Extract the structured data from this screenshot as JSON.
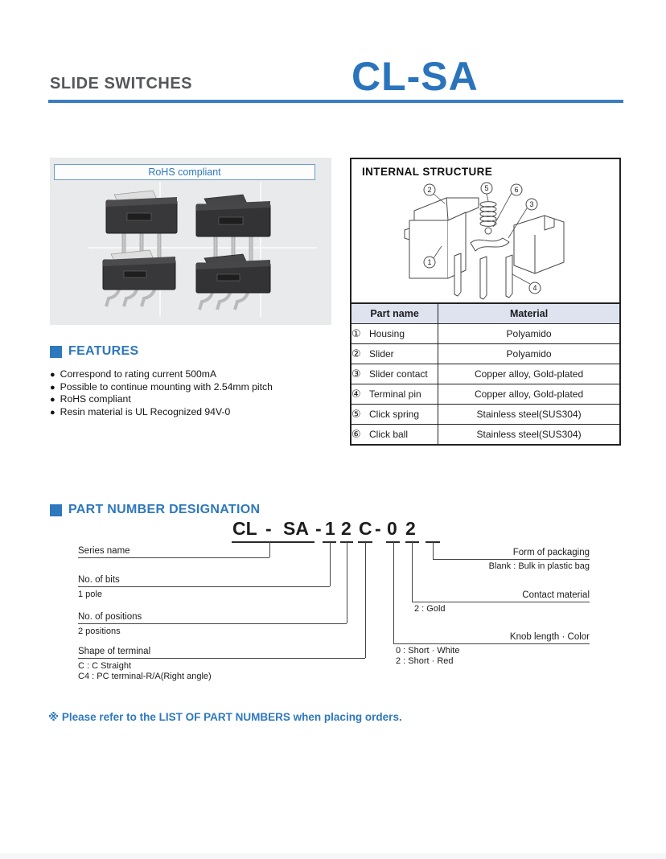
{
  "header": {
    "category": "SLIDE SWITCHES",
    "series": "CL-SA"
  },
  "photo_panel": {
    "rohs_label": "RoHS compliant"
  },
  "internal_structure": {
    "title": "INTERNAL STRUCTURE",
    "callouts": [
      "1",
      "2",
      "3",
      "4",
      "5",
      "6"
    ],
    "table": {
      "col_part": "Part name",
      "col_material": "Material",
      "rows": [
        {
          "num": "①",
          "part": "Housing",
          "material": "Polyamido"
        },
        {
          "num": "②",
          "part": "Slider",
          "material": "Polyamido"
        },
        {
          "num": "③",
          "part": "Slider contact",
          "material": "Copper alloy, Gold-plated"
        },
        {
          "num": "④",
          "part": "Terminal pin",
          "material": "Copper alloy, Gold-plated"
        },
        {
          "num": "⑤",
          "part": "Click spring",
          "material": "Stainless steel(SUS304)"
        },
        {
          "num": "⑥",
          "part": "Click ball",
          "material": "Stainless steel(SUS304)"
        }
      ]
    }
  },
  "features": {
    "title": "FEATURES",
    "bullet": "●",
    "items": [
      "Correspond to rating current 500mA",
      "Possible to continue mounting with 2.54mm pitch",
      "RoHS compliant",
      "Resin material is UL Recognized 94V-0"
    ]
  },
  "part_number": {
    "title": "PART NUMBER DESIGNATION",
    "code": [
      "CL",
      "-",
      "SA",
      "-",
      "1",
      "2",
      "C",
      "-",
      "0",
      "2"
    ],
    "series_name": {
      "label": "Series name"
    },
    "bits": {
      "label": "No. of bits",
      "note": "1 pole"
    },
    "positions": {
      "label": "No. of positions",
      "note": "2 positions"
    },
    "terminal": {
      "label": "Shape of terminal",
      "note1": "C : C Straight",
      "note2": "C4 : PC terminal-R/A(Right angle)"
    },
    "packaging": {
      "label": "Form of packaging",
      "note": "Blank : Bulk in plastic bag"
    },
    "contact": {
      "label": "Contact material",
      "note": "2 : Gold"
    },
    "knob": {
      "label": "Knob length · Color",
      "note1": "0 : Short · White",
      "note2": "2 : Short · Red"
    }
  },
  "footnote": "※ Please refer to the LIST OF PART NUMBERS when placing orders.",
  "colors": {
    "accent_blue": "#2e78bd",
    "header_gray": "#55575a",
    "table_header_bg": "#dfe3ef"
  }
}
